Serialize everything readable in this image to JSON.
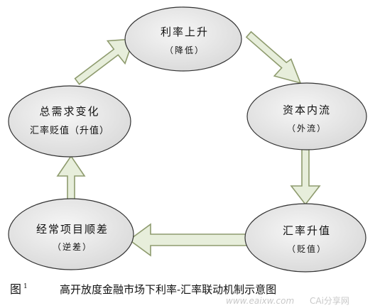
{
  "nodes": {
    "rate_up": {
      "line1": "利率上升",
      "line2": "（降低）"
    },
    "capital_flow": {
      "line1": "资本内流",
      "line2": "（外流）"
    },
    "rate_appreciate": {
      "line1": "汇率升值",
      "line2": "（贬值）"
    },
    "trade_surplus": {
      "line1": "经常项目顺差",
      "line2": "（逆差）"
    },
    "demand_change": {
      "line1": "总需求变化",
      "line2": "汇率贬值（升值）"
    }
  },
  "caption": {
    "label": "图",
    "number": "1",
    "title": "高开放度金融市场下利率-汇率联动机制示意图"
  },
  "watermark": {
    "url": "www.eaixw.com",
    "brand": "CAi分享网"
  },
  "colors": {
    "node_fill_light": "#f4f4f4",
    "node_fill_dark": "#dedede",
    "arrow_fill": "#e7eedb",
    "arrow_stroke": "#8e9b6e",
    "ellipse_stroke": "#333333"
  }
}
